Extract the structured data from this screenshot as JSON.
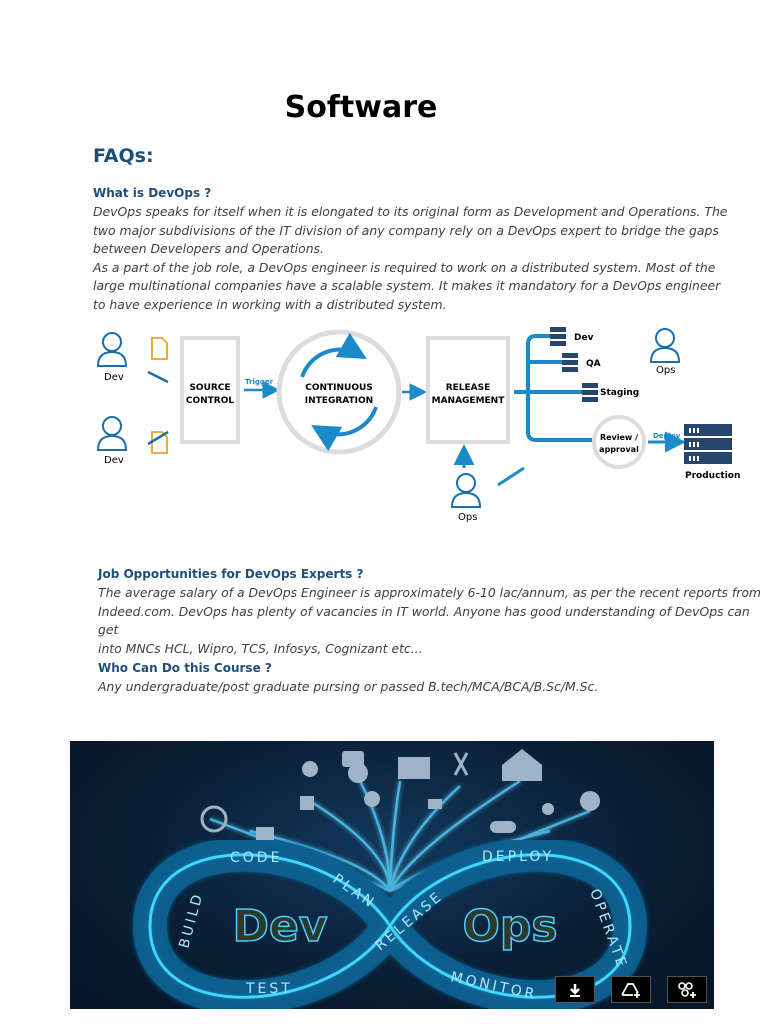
{
  "title": "Software",
  "faqs_heading": "FAQs:",
  "q1": {
    "question": "What is DevOps ?",
    "lines": [
      "DevOps speaks for itself when it is elongated to its original form as Development and Operations. The",
      "two major subdivisions of the IT division of any company rely on a DevOps expert to bridge the gaps",
      "between Developers and Operations.",
      "As a part of the job role, a DevOps engineer is required to work on a distributed system. Most of the",
      "large multinational companies have a scalable system. It makes it mandatory for a DevOps engineer",
      "to have experience in working with a distributed system."
    ]
  },
  "diagram": {
    "dev_label": "Dev",
    "source_control": [
      "SOURCE",
      "CONTROL"
    ],
    "trigger": "Trigger",
    "ci": [
      "CONTINUOUS",
      "INTEGRATION"
    ],
    "release": [
      "RELEASE",
      "MANAGEMENT"
    ],
    "env_dev": "Dev",
    "env_qa": "QA",
    "env_staging": "Staging",
    "ops_label": "Ops",
    "review": [
      "Review /",
      "approval"
    ],
    "deploy": "Deploy",
    "production": "Production"
  },
  "q2": {
    "question": "Job Opportunities for DevOps Experts ?",
    "lines": [
      "The average salary of a DevOps Engineer is approximately 6-10 lac/annum, as per the recent reports from",
      "Indeed.com. DevOps has plenty of vacancies in IT world. Anyone has good understanding of DevOps can get",
      "into MNCs  HCL, Wipro, TCS, Infosys, Cognizant etc..."
    ]
  },
  "q3": {
    "question": "Who Can Do this Course ?",
    "lines": [
      "Any undergraduate/post graduate pursing or passed B.tech/MCA/BCA/B.Sc/M.Sc."
    ]
  },
  "banner": {
    "dev": "Dev",
    "ops": "Ops",
    "words": [
      "CODE",
      "PLAN",
      "RELEASE",
      "DEPLOY",
      "OPERATE",
      "MONITOR",
      "TEST",
      "BUILD"
    ]
  },
  "controls": [
    "download-icon",
    "add-to-drive-icon",
    "share-icon"
  ]
}
